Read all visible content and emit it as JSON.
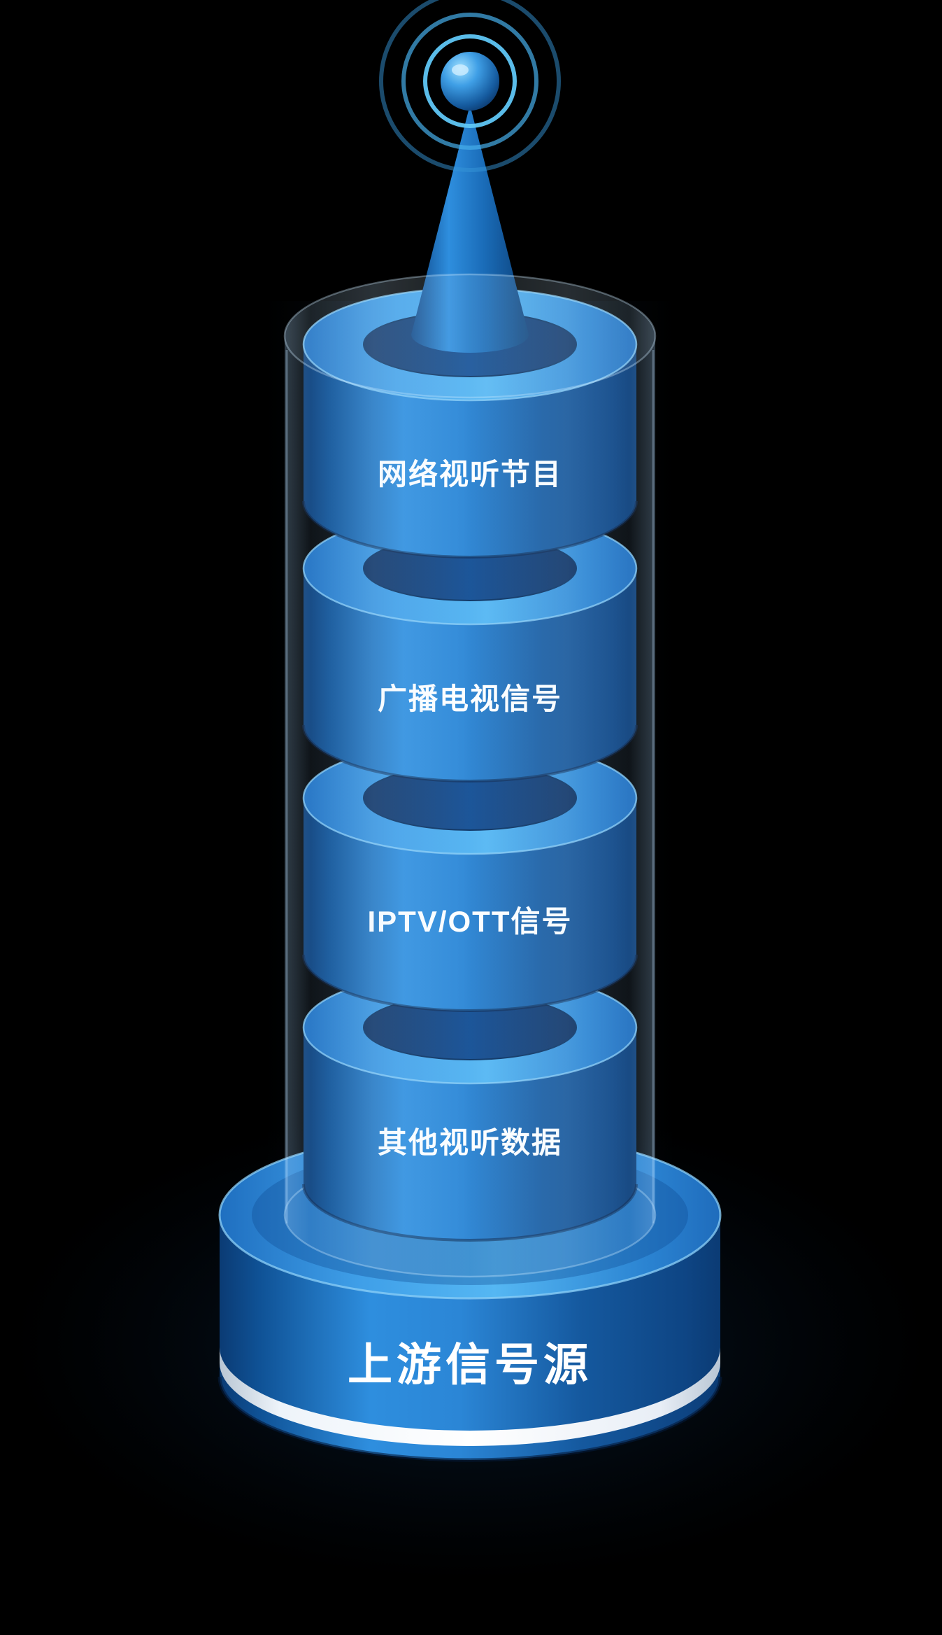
{
  "illustration": {
    "colors": {
      "background": "#000000",
      "primary_blue": "#2e8ede",
      "dark_blue": "#0b3b74",
      "light_blue": "#55b7f3",
      "ring_blue": "#49b4ef",
      "stripe_white": "#ffffff",
      "text": "#ffffff"
    },
    "antenna_icon": "broadcast-antenna-with-signal-waves",
    "layers": [
      {
        "label": "网络视听节目"
      },
      {
        "label": "广播电视信号"
      },
      {
        "label": "IPTV/OTT信号"
      },
      {
        "label": "其他视听数据"
      }
    ],
    "base_label": "上游信号源"
  }
}
